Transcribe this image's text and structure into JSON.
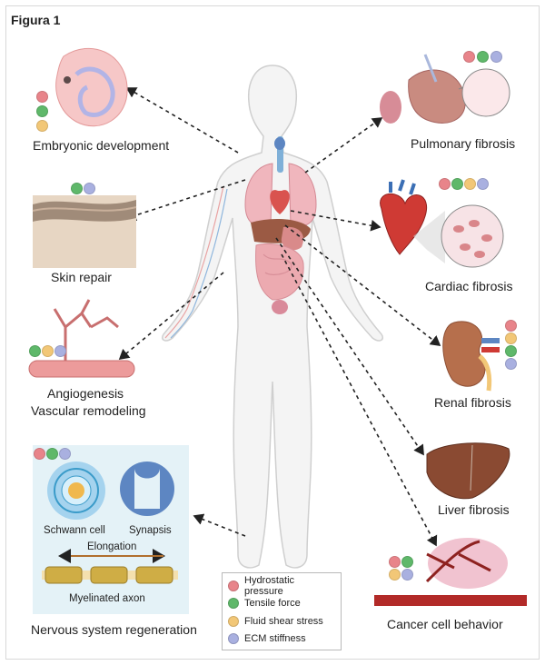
{
  "figure_title": "Figura 1",
  "labels": {
    "embryonic": "Embryonic development",
    "skin": "Skin repair",
    "angio_line1": "Angiogenesis",
    "angio_line2": "Vascular remodeling",
    "nervous": "Nervous system regeneration",
    "pulmonary": "Pulmonary fibrosis",
    "cardiac": "Cardiac fibrosis",
    "renal": "Renal fibrosis",
    "liver": "Liver fibrosis",
    "cancer": "Cancer cell behavior"
  },
  "nerve_panel": {
    "schwann": "Schwann cell",
    "synapsis": "Synapsis",
    "elongation": "Elongation",
    "axon": "Myelinated axon"
  },
  "legend": [
    {
      "label": "Hydrostatic pressure",
      "color": "#e8848a"
    },
    {
      "label": "Tensile force",
      "color": "#5fb86a"
    },
    {
      "label": "Fluid shear stress",
      "color": "#f2c777"
    },
    {
      "label": "ECM stiffness",
      "color": "#a9b0e0"
    }
  ]
}
